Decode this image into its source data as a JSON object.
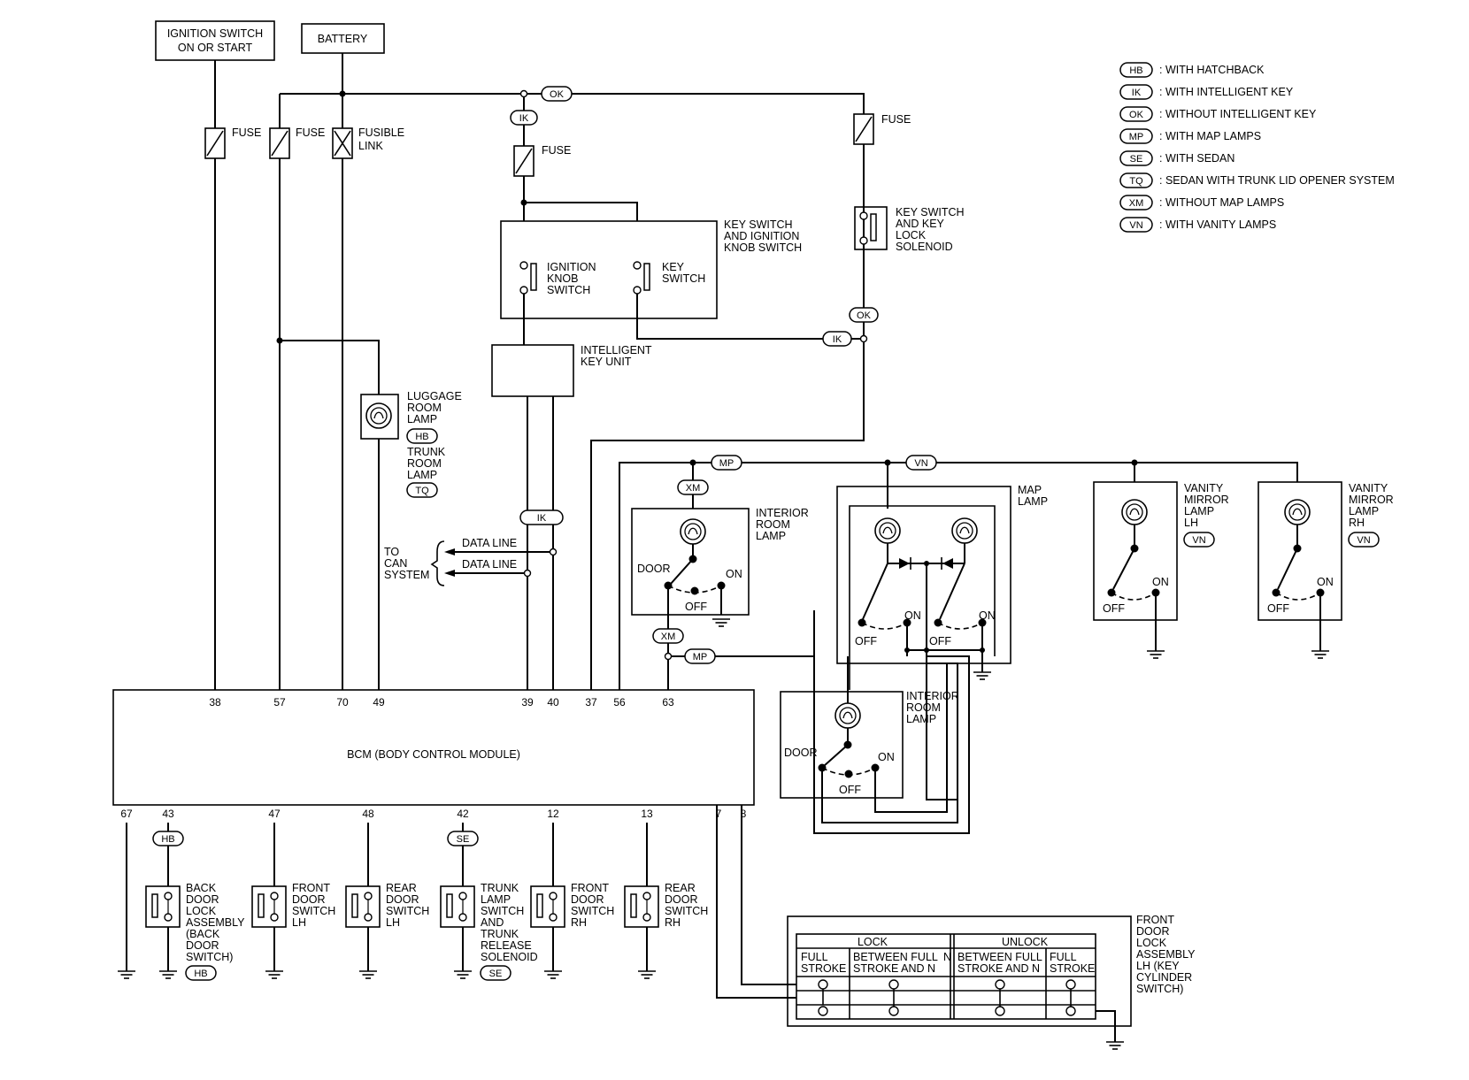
{
  "sources": {
    "ignition": [
      "IGNITION SWITCH",
      "ON OR START"
    ],
    "battery": "BATTERY"
  },
  "fuses": {
    "fuse": "FUSE",
    "fusible_link": [
      "FUSIBLE",
      "LINK"
    ]
  },
  "legend": [
    {
      "code": "HB",
      "text": ": WITH HATCHBACK"
    },
    {
      "code": "IK",
      "text": ": WITH INTELLIGENT KEY"
    },
    {
      "code": "OK",
      "text": ": WITHOUT INTELLIGENT KEY"
    },
    {
      "code": "MP",
      "text": ": WITH MAP LAMPS"
    },
    {
      "code": "SE",
      "text": ": WITH SEDAN"
    },
    {
      "code": "TQ",
      "text": ": SEDAN WITH TRUNK LID OPENER SYSTEM"
    },
    {
      "code": "XM",
      "text": ": WITHOUT MAP LAMPS"
    },
    {
      "code": "VN",
      "text": ": WITH VANITY LAMPS"
    }
  ],
  "components": {
    "key_switch_assy": [
      "KEY SWITCH",
      "AND IGNITION",
      "KNOB SWITCH"
    ],
    "ignition_knob": [
      "IGNITION",
      "KNOB",
      "SWITCH"
    ],
    "key_switch": [
      "KEY",
      "SWITCH"
    ],
    "key_lock_solenoid": [
      "KEY SWITCH",
      "AND KEY",
      "LOCK",
      "SOLENOID"
    ],
    "intelligent_key_unit": [
      "INTELLIGENT",
      "KEY UNIT"
    ],
    "luggage_lamp": [
      "LUGGAGE",
      "ROOM",
      "LAMP"
    ],
    "trunk_lamp": [
      "TRUNK",
      "ROOM",
      "LAMP"
    ],
    "can": [
      "TO",
      "CAN",
      "SYSTEM"
    ],
    "data_line": "DATA LINE",
    "interior_lamp": [
      "INTERIOR",
      "ROOM",
      "LAMP"
    ],
    "map_lamp": [
      "MAP",
      "LAMP"
    ],
    "vanity_lh": [
      "VANITY",
      "MIRROR",
      "LAMP",
      "LH"
    ],
    "vanity_rh": [
      "VANITY",
      "MIRROR",
      "LAMP",
      "RH"
    ],
    "bcm": "BCM (BODY CONTROL MODULE)",
    "back_door": [
      "BACK",
      "DOOR",
      "LOCK",
      "ASSEMBLY",
      "(BACK",
      "DOOR",
      "SWITCH)"
    ],
    "front_door_lh": [
      "FRONT",
      "DOOR",
      "SWITCH",
      "LH"
    ],
    "rear_door_lh": [
      "REAR",
      "DOOR",
      "SWITCH",
      "LH"
    ],
    "trunk_switch": [
      "TRUNK",
      "LAMP",
      "SWITCH",
      "AND",
      "TRUNK",
      "RELEASE",
      "SOLENOID"
    ],
    "front_door_rh": [
      "FRONT",
      "DOOR",
      "SWITCH",
      "RH"
    ],
    "rear_door_rh": [
      "REAR",
      "DOOR",
      "SWITCH",
      "RH"
    ],
    "door_lock_lh": [
      "FRONT",
      "DOOR",
      "LOCK",
      "ASSEMBLY",
      "LH (KEY",
      "CYLINDER",
      "SWITCH)"
    ]
  },
  "switch_labels": {
    "door": "DOOR",
    "on": "ON",
    "off": "OFF"
  },
  "lock_table": {
    "lock": "LOCK",
    "unlock": "UNLOCK",
    "full_stroke": [
      "FULL",
      "STROKE"
    ],
    "between_lock": [
      "BETWEEN FULL",
      "STROKE AND N"
    ],
    "between_unlock": [
      "BETWEEN FULL",
      "STROKE AND N"
    ],
    "n_mark": "N"
  },
  "bcm_pins_top": [
    "38",
    "57",
    "70",
    "49",
    "39",
    "40",
    "37",
    "56",
    "63"
  ],
  "bcm_pins_bottom": [
    "67",
    "43",
    "47",
    "48",
    "42",
    "12",
    "13",
    "7",
    "8"
  ]
}
